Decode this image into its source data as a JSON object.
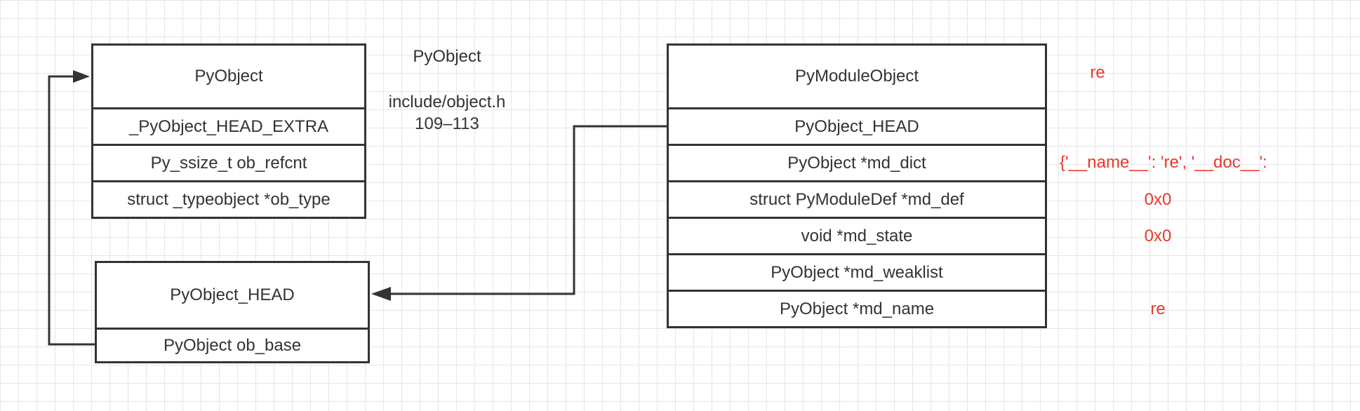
{
  "pyobject_box": {
    "title": "PyObject",
    "fields": [
      "_PyObject_HEAD_EXTRA",
      "Py_ssize_t ob_refcnt",
      "struct _typeobject *ob_type"
    ]
  },
  "pyobject_head_box": {
    "title": "PyObject_HEAD",
    "fields": [
      "PyObject ob_base"
    ]
  },
  "annotation": {
    "title": "PyObject",
    "file": "include/object.h",
    "lines": "109–113"
  },
  "module_box": {
    "title": "PyModuleObject",
    "fields": [
      "PyObject_HEAD",
      "PyObject *md_dict",
      "struct PyModuleDef *md_def",
      "void *md_state",
      "PyObject *md_weaklist",
      "PyObject *md_name"
    ]
  },
  "values": {
    "title_value": "re",
    "md_dict": "{'__name__': 're', '__doc__':",
    "md_def": "0x0",
    "md_state": "0x0",
    "md_name": "re"
  },
  "colors": {
    "line": "#333333",
    "value": "#e8382c",
    "grid": "#e6e6e6"
  }
}
